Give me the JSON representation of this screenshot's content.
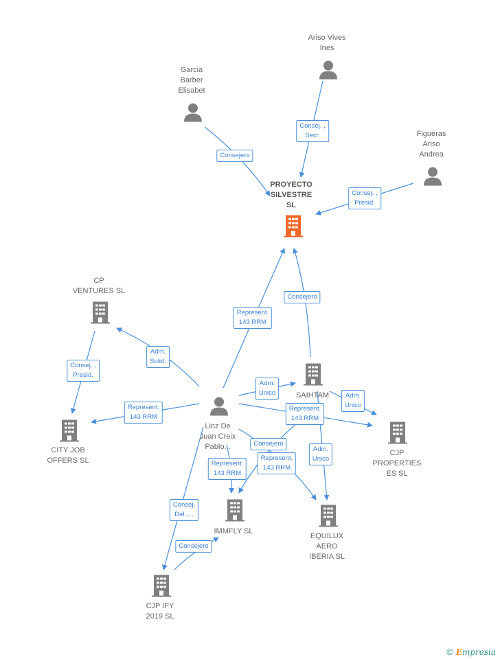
{
  "colors": {
    "company": "#808080",
    "company_main": "#f2672a",
    "person": "#808080",
    "edge": "#4a8fd8"
  },
  "nodes": {
    "proyecto": {
      "label": "PROYECTO\nSILVESTRE\nSL",
      "icon": "building-icon"
    },
    "ariso": {
      "label": "Ariso Vives\nInes",
      "icon": "person-icon"
    },
    "garcia": {
      "label": "Garcia\nBarber\nElisabet",
      "icon": "person-icon"
    },
    "figueras": {
      "label": "Figueras\nAriso\nAndrea",
      "icon": "person-icon"
    },
    "cp_ventures": {
      "label": "CP\nVENTURES  SL",
      "icon": "building-icon"
    },
    "saihtam": {
      "label": "SAIHTAM",
      "icon": "building-icon"
    },
    "linz": {
      "label": "Linz De\nJuan Creix\nPablo...",
      "icon": "person-icon"
    },
    "city_job": {
      "label": "CITY JOB\nOFFERS  SL",
      "icon": "building-icon"
    },
    "cjp_properties": {
      "label": "CJP\nPROPERTIES\nES  SL",
      "icon": "building-icon"
    },
    "immfly": {
      "label": "IMMFLY  SL",
      "icon": "building-icon"
    },
    "equilux": {
      "label": "EQUILUX\nAERO\nIBERIA  SL",
      "icon": "building-icon"
    },
    "cjp_ify": {
      "label": "CJP IFY\n2019  SL",
      "icon": "building-icon"
    }
  },
  "edges": {
    "ariso_proyecto": "Consej. ,\nSecr.",
    "garcia_proyecto": "Consejero",
    "figueras_proyecto": "Consej. ,\nPresid.",
    "linz_proyecto": "Represent.\n143 RRM",
    "saihtam_proyecto": "Consejero",
    "linz_cpventures": "Adm.\nSolid.",
    "cpventures_cityjob": "Consej. ,\nPresid.",
    "linz_cityjob": "Represent.\n143 RRM",
    "linz_saihtam": "Adm.\nUnico",
    "saihtam_cjpprop": "Adm.\nUnico",
    "linz_cjpprop": "Represent.\n143 RRM",
    "linz_immfly_consejero": "Consejero",
    "linz_immfly_rep": "Represent.\n143 RRM",
    "linz_equilux": "Represent.\n143 RRM",
    "saihtam_equilux": "Adm.\nUnico",
    "linz_cjpify": "Consej.\nDel.,...",
    "cjpify_immfly": "Consejero"
  },
  "footer": {
    "copyright": "©",
    "brand_e": "E",
    "brand_rest": "mpresia"
  }
}
